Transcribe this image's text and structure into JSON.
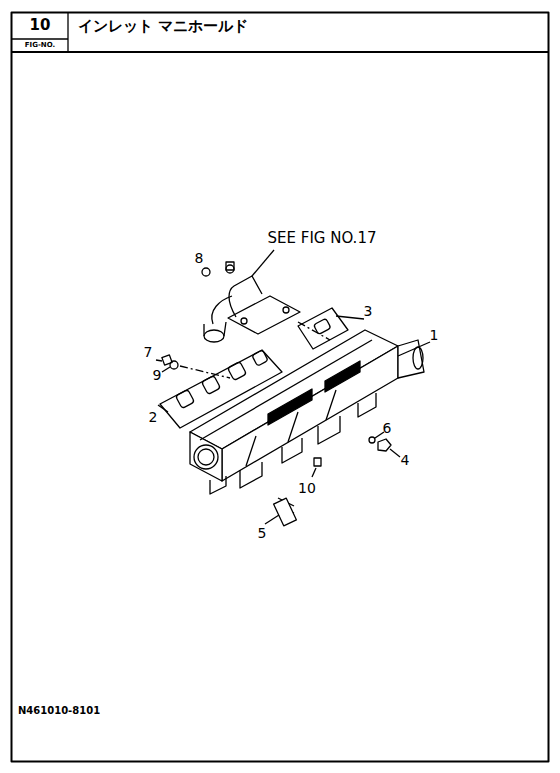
{
  "diagram": {
    "title": "インレット マニホールド",
    "labels": [
      "10",
      "FIG-NO.",
      "SEE FIG NO.17",
      "8",
      "3",
      "1",
      "7",
      "9",
      "2",
      "6",
      "4",
      "10",
      "5",
      "N461010-8101"
    ]
  }
}
